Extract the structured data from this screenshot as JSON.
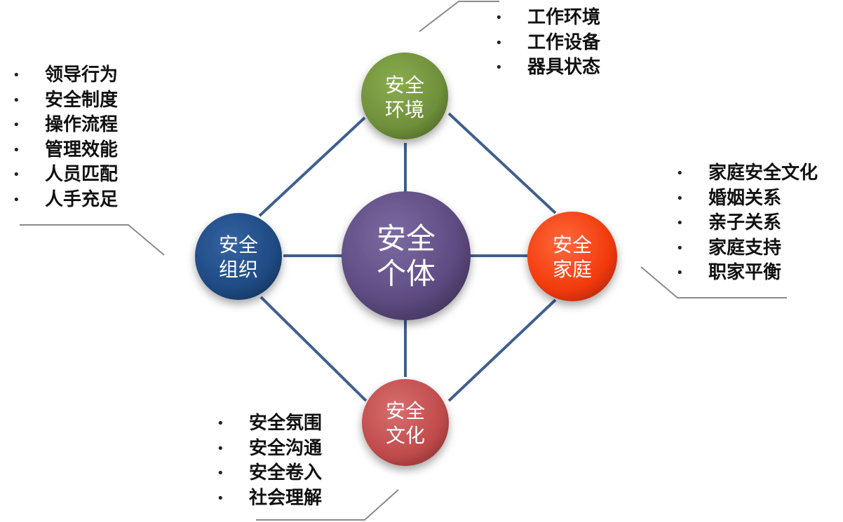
{
  "center": {
    "line1": "安全",
    "line2": "个体",
    "color": "#5e4c82"
  },
  "nodes": {
    "environment": {
      "line1": "安全",
      "line2": "环境",
      "color": "#6f8f3a"
    },
    "organization": {
      "line1": "安全",
      "line2": "组织",
      "color": "#1f4a82"
    },
    "family": {
      "line1": "安全",
      "line2": "家庭",
      "color": "#f23a0c"
    },
    "culture": {
      "line1": "安全",
      "line2": "文化",
      "color": "#c04b4b"
    }
  },
  "lists": {
    "environment": [
      "工作环境",
      "工作设备",
      "器具状态"
    ],
    "organization": [
      "领导行为",
      "安全制度",
      "操作流程",
      "管理效能",
      "人员匹配",
      "人手充足"
    ],
    "family": [
      "家庭安全文化",
      "婚姻关系",
      "亲子关系",
      "家庭支持",
      "职家平衡"
    ],
    "culture": [
      "安全氛围",
      "安全沟通",
      "安全卷入",
      "社会理解"
    ]
  },
  "line_color": "#3f5f8f",
  "callout_color": "#8a8a8a"
}
